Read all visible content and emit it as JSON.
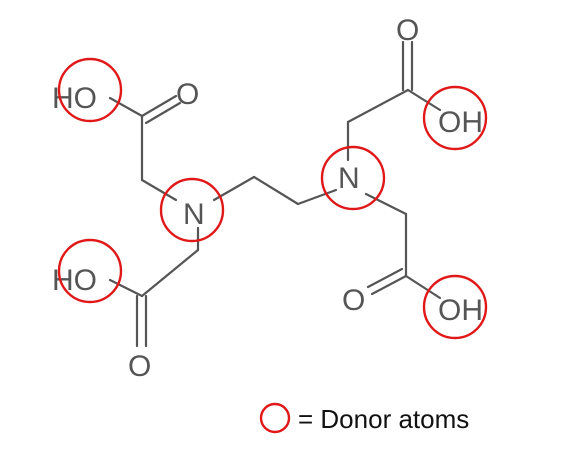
{
  "molecule": {
    "atoms": {
      "ho_top_left": "HO",
      "o_top_left": "O",
      "n_left": "N",
      "ho_bottom_left": "HO",
      "o_bottom_left": "O",
      "o_top_right": "O",
      "oh_top_right": "OH",
      "n_right": "N",
      "o_bottom_right": "O",
      "oh_bottom_right": "OH"
    }
  },
  "legend": {
    "text": "= Donor atoms"
  },
  "colors": {
    "donor_marker": "#e01818",
    "bond": "#555555"
  }
}
